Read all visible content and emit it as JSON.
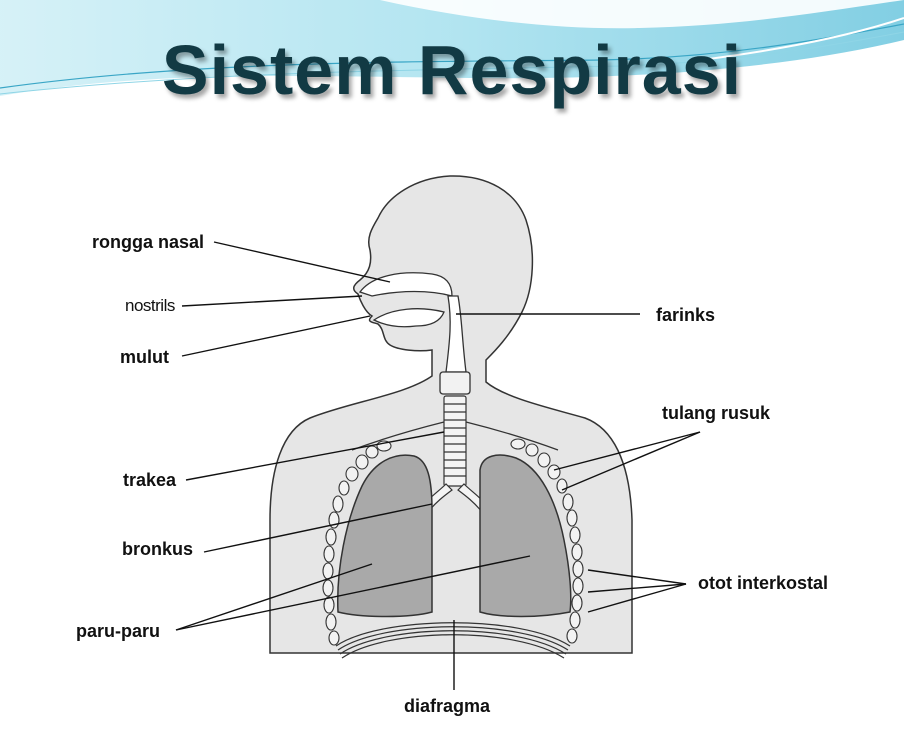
{
  "title": "Sistem Respirasi",
  "labels": {
    "rongga_nasal": "rongga nasal",
    "nostrils": "nostrils",
    "mulut": "mulut",
    "trakea": "trakea",
    "bronkus": "bronkus",
    "paru_paru": "paru-paru",
    "diafragma": "diafragma",
    "farinks": "farinks",
    "tulang_rusuk": "tulang rusuk",
    "otot_interkostal": "otot interkostal"
  },
  "colors": {
    "title": "#123a44",
    "wave_light": "#bfe9f2",
    "wave_mid": "#7fd0e4",
    "body_fill": "#e6e6e6",
    "lung_fill": "#a9a9a9",
    "outline": "#333333"
  }
}
